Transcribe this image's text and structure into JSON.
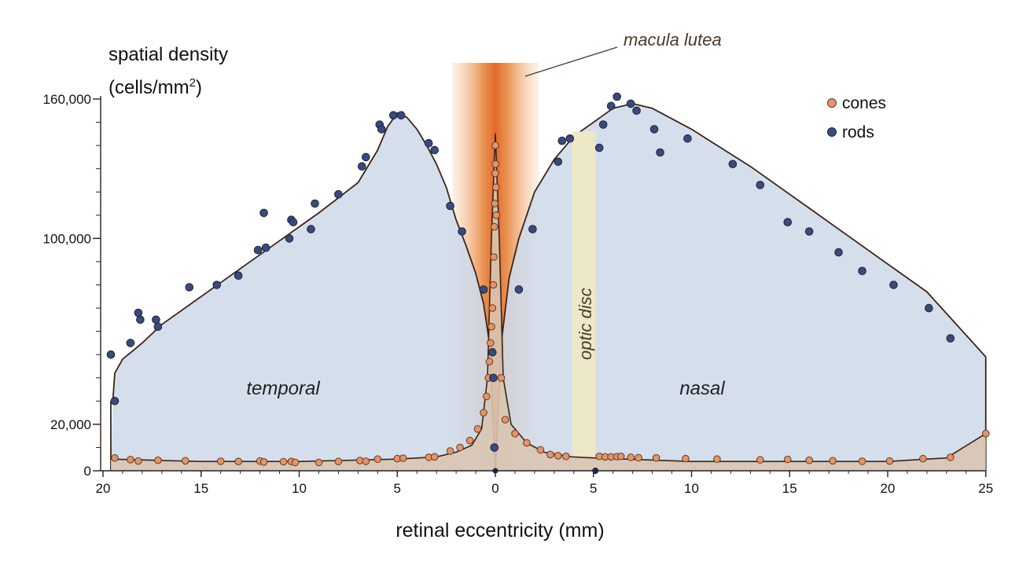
{
  "chart_data": {
    "type": "scatter",
    "title": "",
    "ylabel_line1": "spatial density",
    "ylabel_line2_prefix": "(cells/mm",
    "ylabel_sup": "2",
    "ylabel_line2_suffix": ")",
    "xlabel": "retinal eccentricity (mm)",
    "x_axis": {
      "range": [
        -20,
        25
      ],
      "direction_note": "left side temporal, right side nasal",
      "ticks": [
        {
          "x": -20,
          "label": "20"
        },
        {
          "x": -15,
          "label": "15"
        },
        {
          "x": -10,
          "label": "10"
        },
        {
          "x": -5,
          "label": "5"
        },
        {
          "x": 0,
          "label": "0"
        },
        {
          "x": 5,
          "label": "5"
        },
        {
          "x": 10,
          "label": "10"
        },
        {
          "x": 15,
          "label": "15"
        },
        {
          "x": 20,
          "label": "20"
        },
        {
          "x": 25,
          "label": "25"
        }
      ]
    },
    "y_axis": {
      "range": [
        0,
        160000
      ],
      "ticks": [
        {
          "y": 0,
          "label": "0"
        },
        {
          "y": 20000,
          "label": "20,000"
        },
        {
          "y": 100000,
          "label": "100,000"
        },
        {
          "y": 160000,
          "label": "160,000"
        }
      ]
    },
    "annotations": {
      "temporal": "temporal",
      "nasal": "nasal",
      "optic_disc": "optic disc",
      "macula": "macula lutea"
    },
    "optic_disc_range": [
      3.9,
      5.1
    ],
    "macula_range": [
      -2.2,
      2.2
    ],
    "legend": {
      "position": "top-right",
      "items": [
        {
          "label": "cones",
          "color": "#e0956a"
        },
        {
          "label": "rods",
          "color": "#3b4a7a"
        }
      ]
    },
    "colors": {
      "rod_fill": "#cfdbe9",
      "cone_fill": "#d9c5b3",
      "optic_disc": "#ede8c8",
      "macula": "#e0722e",
      "curve": "#3a2418",
      "axis": "#222222"
    },
    "series": [
      {
        "name": "rods",
        "curve": [
          [
            -19.6,
            0
          ],
          [
            -19.5,
            30000
          ],
          [
            -19.4,
            42000
          ],
          [
            -19.0,
            48000
          ],
          [
            -18.0,
            55000
          ],
          [
            -17.0,
            63000
          ],
          [
            -15.0,
            75000
          ],
          [
            -13.0,
            87000
          ],
          [
            -11.0,
            99000
          ],
          [
            -9.0,
            111000
          ],
          [
            -7.0,
            124000
          ],
          [
            -6.0,
            138000
          ],
          [
            -5.5,
            148000
          ],
          [
            -5.0,
            154000
          ],
          [
            -4.5,
            152000
          ],
          [
            -4.0,
            147000
          ],
          [
            -3.5,
            140000
          ],
          [
            -3.0,
            132000
          ],
          [
            -2.5,
            122000
          ],
          [
            -2.0,
            108000
          ],
          [
            -1.5,
            97000
          ],
          [
            -1.0,
            85000
          ],
          [
            -0.6,
            72000
          ],
          [
            -0.3,
            55000
          ],
          [
            0,
            0
          ],
          [
            0.3,
            55000
          ],
          [
            0.7,
            83000
          ],
          [
            1.2,
            100000
          ],
          [
            2.0,
            120000
          ],
          [
            3.0,
            134000
          ],
          [
            4.0,
            144000
          ],
          [
            5.0,
            150000
          ],
          [
            6.0,
            156000
          ],
          [
            7.0,
            158000
          ],
          [
            8.0,
            156000
          ],
          [
            10.0,
            147000
          ],
          [
            13.0,
            131000
          ],
          [
            16.0,
            113000
          ],
          [
            19.0,
            95000
          ],
          [
            22.0,
            77000
          ],
          [
            25.0,
            49000
          ],
          [
            25.0,
            0
          ]
        ],
        "points": [
          [
            -19.6,
            50000
          ],
          [
            -19.4,
            30000
          ],
          [
            -18.6,
            55000
          ],
          [
            -18.2,
            68000
          ],
          [
            -18.1,
            65000
          ],
          [
            -17.3,
            65000
          ],
          [
            -17.2,
            62000
          ],
          [
            -15.6,
            79000
          ],
          [
            -14.2,
            80000
          ],
          [
            -13.1,
            84000
          ],
          [
            -12.1,
            95000
          ],
          [
            -11.8,
            111000
          ],
          [
            -11.7,
            96000
          ],
          [
            -10.5,
            100000
          ],
          [
            -10.4,
            108000
          ],
          [
            -10.3,
            107000
          ],
          [
            -9.4,
            104000
          ],
          [
            -9.2,
            115000
          ],
          [
            -8.0,
            119000
          ],
          [
            -6.8,
            131000
          ],
          [
            -6.6,
            135000
          ],
          [
            -5.9,
            149000
          ],
          [
            -5.8,
            147000
          ],
          [
            -5.2,
            153000
          ],
          [
            -4.8,
            153000
          ],
          [
            -3.4,
            141000
          ],
          [
            -3.1,
            138000
          ],
          [
            -2.3,
            114000
          ],
          [
            -1.7,
            103000
          ],
          [
            -0.6,
            78000
          ],
          [
            -0.15,
            51000
          ],
          [
            -0.1,
            40000
          ],
          [
            -0.05,
            10000
          ],
          [
            1.2,
            78000
          ],
          [
            1.9,
            104000
          ],
          [
            3.2,
            133000
          ],
          [
            3.8,
            143000
          ],
          [
            3.4,
            142000
          ],
          [
            5.3,
            139000
          ],
          [
            5.5,
            149000
          ],
          [
            5.9,
            157000
          ],
          [
            6.2,
            161000
          ],
          [
            6.9,
            158000
          ],
          [
            7.2,
            155000
          ],
          [
            8.1,
            147000
          ],
          [
            8.4,
            137000
          ],
          [
            9.8,
            143000
          ],
          [
            12.1,
            132000
          ],
          [
            13.5,
            123000
          ],
          [
            14.9,
            107000
          ],
          [
            16.0,
            103000
          ],
          [
            17.5,
            94000
          ],
          [
            18.7,
            86000
          ],
          [
            20.3,
            80000
          ],
          [
            22.1,
            70000
          ],
          [
            23.2,
            57000
          ]
        ]
      },
      {
        "name": "cones",
        "curve": [
          [
            -19.6,
            5000
          ],
          [
            -15.0,
            4000
          ],
          [
            -10.0,
            4000
          ],
          [
            -5.0,
            5000
          ],
          [
            -3.0,
            6000
          ],
          [
            -2.0,
            8000
          ],
          [
            -1.2,
            11000
          ],
          [
            -0.7,
            18000
          ],
          [
            -0.4,
            40000
          ],
          [
            -0.2,
            100000
          ],
          [
            0,
            145000
          ],
          [
            0.2,
            100000
          ],
          [
            0.4,
            40000
          ],
          [
            0.8,
            20000
          ],
          [
            1.6,
            12000
          ],
          [
            2.5,
            8000
          ],
          [
            3.9,
            6000
          ],
          [
            5.0,
            5500
          ],
          [
            10.0,
            4000
          ],
          [
            15.0,
            4000
          ],
          [
            20.0,
            4000
          ],
          [
            23.0,
            5500
          ],
          [
            25.0,
            16000
          ],
          [
            25.0,
            0
          ],
          [
            -19.6,
            0
          ]
        ],
        "points": [
          [
            -19.4,
            5500
          ],
          [
            -18.6,
            4800
          ],
          [
            -18.2,
            4200
          ],
          [
            -17.2,
            4500
          ],
          [
            -15.8,
            4300
          ],
          [
            -14.0,
            4100
          ],
          [
            -13.1,
            4000
          ],
          [
            -12.0,
            4200
          ],
          [
            -11.8,
            3800
          ],
          [
            -10.8,
            3900
          ],
          [
            -10.4,
            4000
          ],
          [
            -10.2,
            3600
          ],
          [
            -9.0,
            3600
          ],
          [
            -8.0,
            4000
          ],
          [
            -6.9,
            4400
          ],
          [
            -6.6,
            4100
          ],
          [
            -6.0,
            5000
          ],
          [
            -5.0,
            5200
          ],
          [
            -4.7,
            5400
          ],
          [
            -3.4,
            5800
          ],
          [
            -3.1,
            6000
          ],
          [
            -2.3,
            8500
          ],
          [
            -1.8,
            10000
          ],
          [
            -1.3,
            13000
          ],
          [
            -0.9,
            18000
          ],
          [
            -0.6,
            25000
          ],
          [
            -0.45,
            32000
          ],
          [
            -0.35,
            40000
          ],
          [
            -0.3,
            47000
          ],
          [
            -0.25,
            55000
          ],
          [
            -0.2,
            62000
          ],
          [
            -0.15,
            70000
          ],
          [
            -0.1,
            80000
          ],
          [
            -0.08,
            92000
          ],
          [
            -0.05,
            105000
          ],
          [
            -0.03,
            115000
          ],
          [
            -0.01,
            128000
          ],
          [
            0.0,
            140000
          ],
          [
            0.01,
            132000
          ],
          [
            0.03,
            122000
          ],
          [
            0.05,
            110000
          ],
          [
            0.3,
            40000
          ],
          [
            0.5,
            22000
          ],
          [
            1.0,
            16000
          ],
          [
            1.6,
            12000
          ],
          [
            2.3,
            9000
          ],
          [
            2.8,
            7000
          ],
          [
            3.2,
            6500
          ],
          [
            3.6,
            6200
          ],
          [
            5.3,
            6200
          ],
          [
            5.6,
            6000
          ],
          [
            5.9,
            6000
          ],
          [
            6.2,
            6100
          ],
          [
            6.4,
            6200
          ],
          [
            6.9,
            5800
          ],
          [
            7.3,
            5600
          ],
          [
            8.2,
            5500
          ],
          [
            9.7,
            5200
          ],
          [
            11.3,
            5000
          ],
          [
            13.5,
            4700
          ],
          [
            14.9,
            4900
          ],
          [
            16.0,
            4500
          ],
          [
            17.2,
            4300
          ],
          [
            18.7,
            4100
          ],
          [
            20.1,
            4200
          ],
          [
            21.8,
            5200
          ],
          [
            23.2,
            5800
          ],
          [
            25.0,
            16000
          ]
        ]
      }
    ]
  }
}
